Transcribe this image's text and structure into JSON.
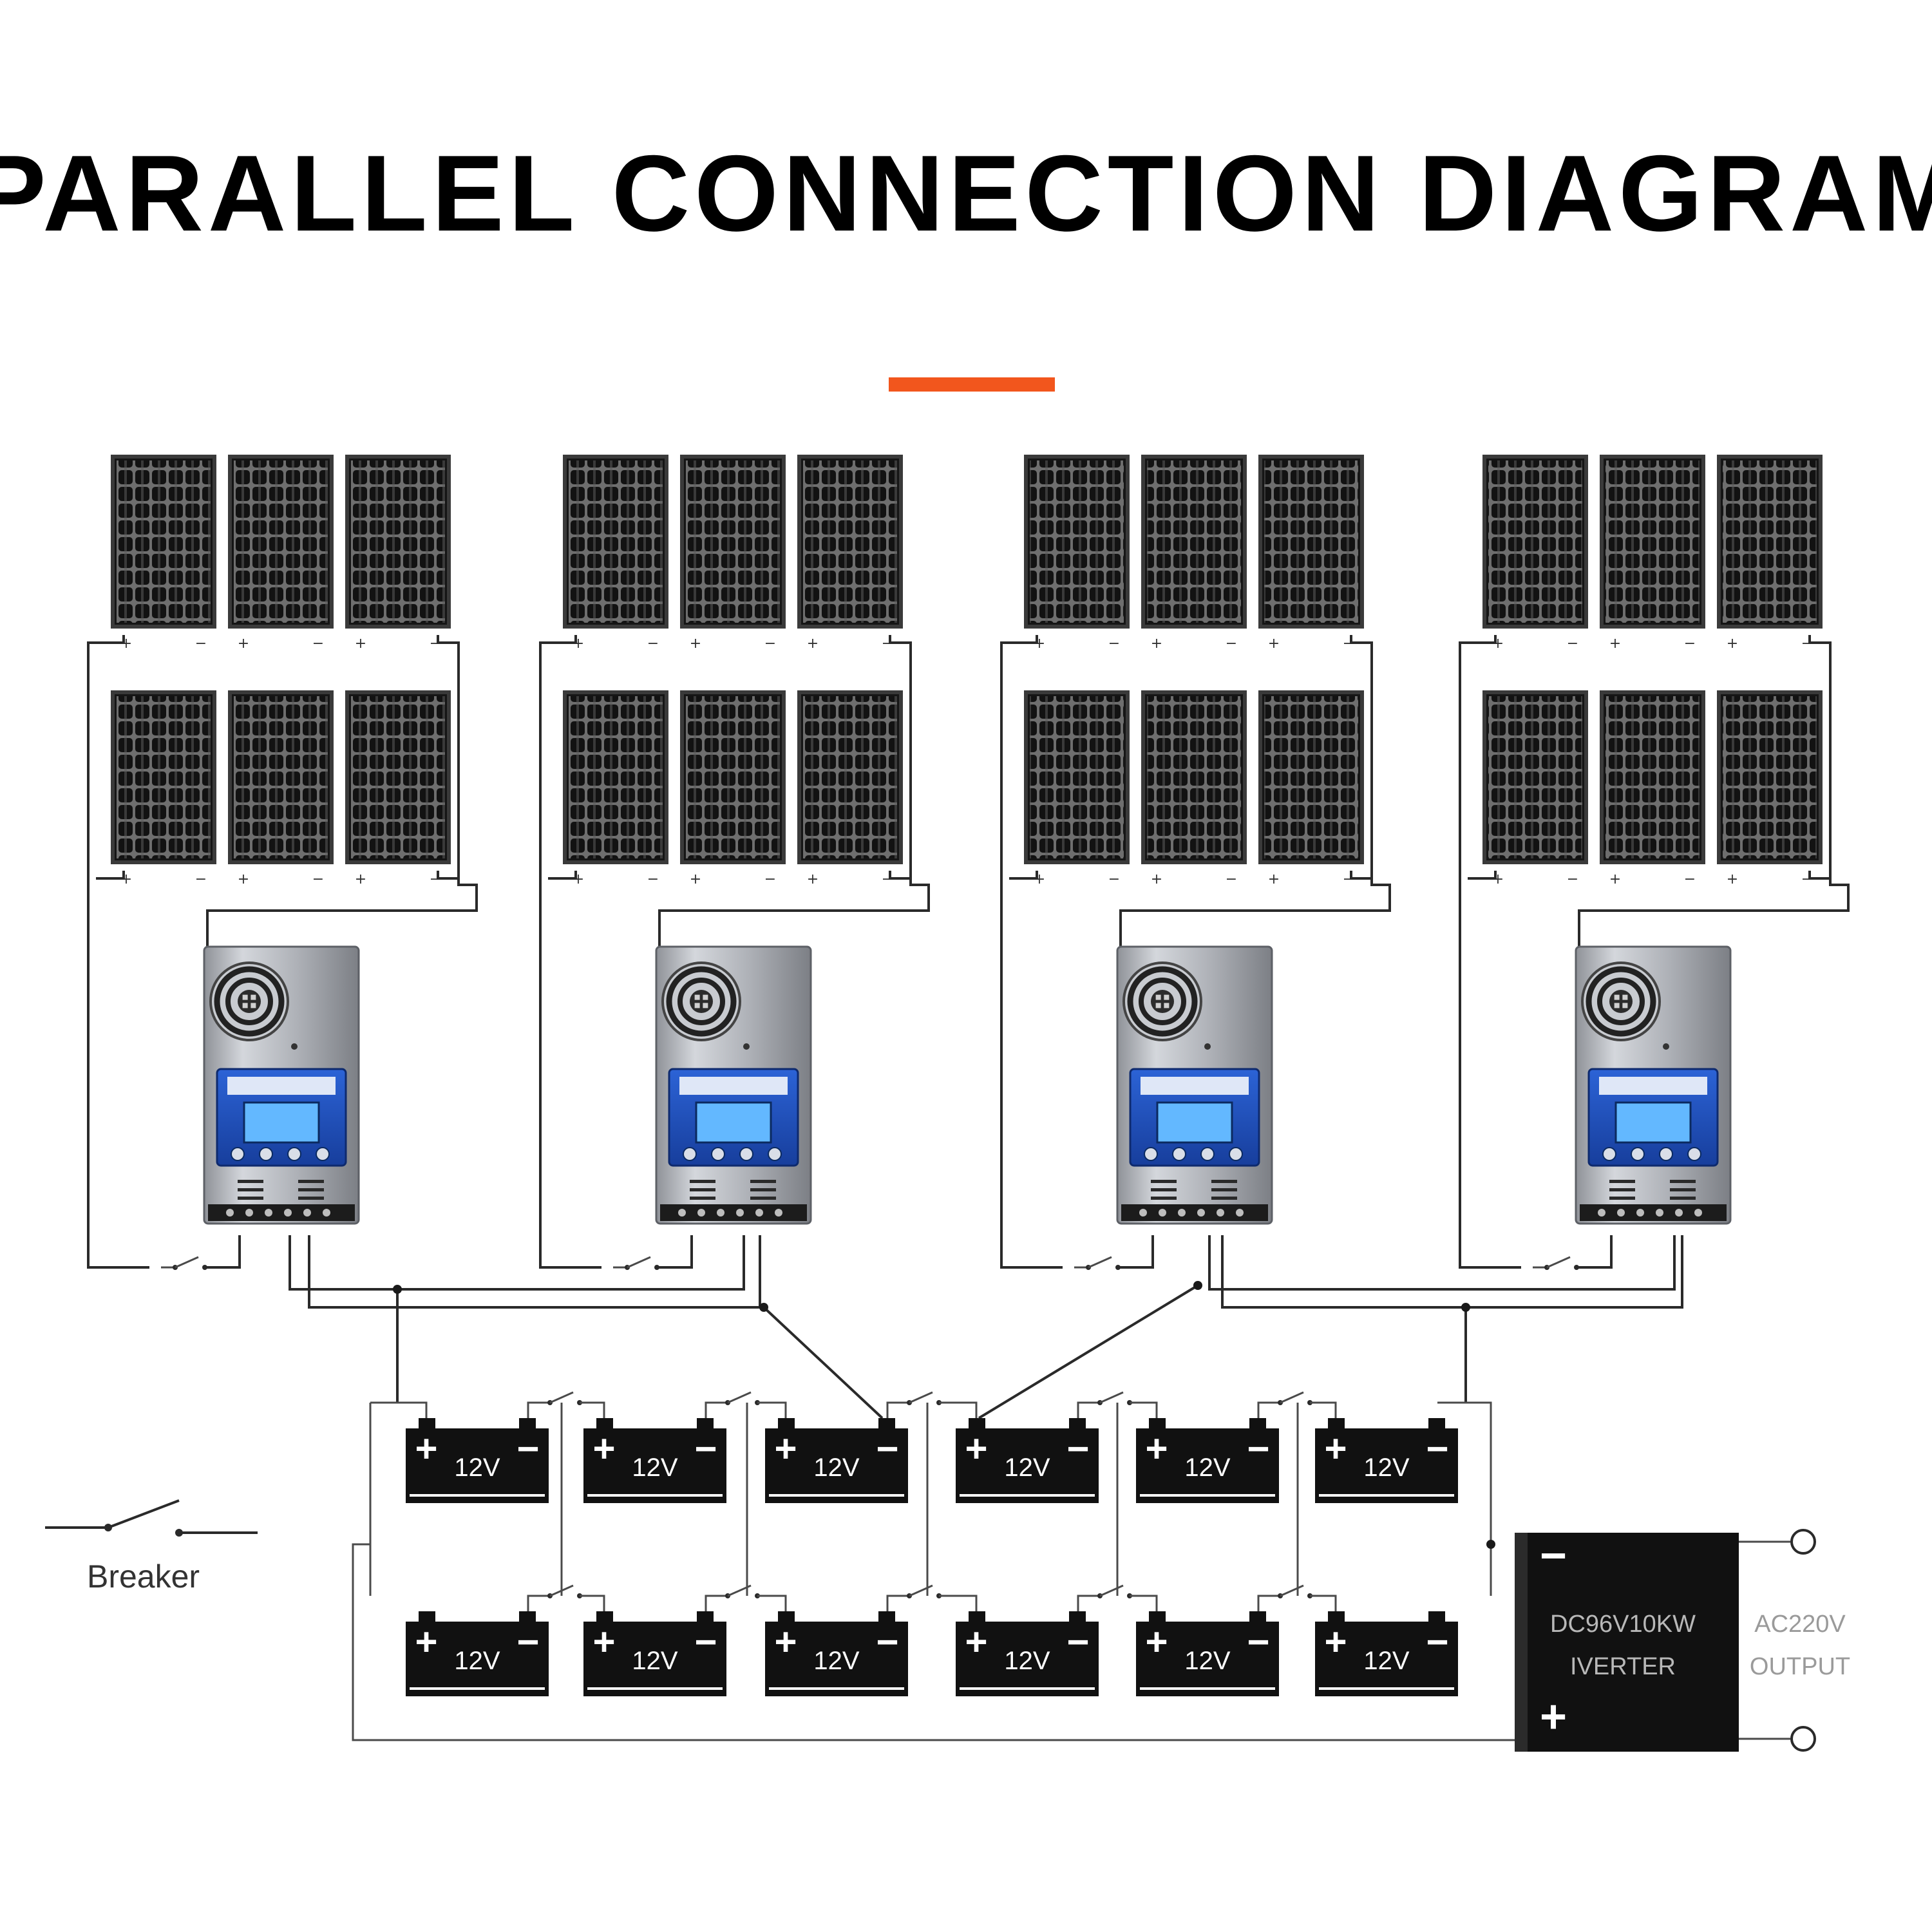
{
  "title": "PARALLEL CONNECTION DIAGRAM",
  "colors": {
    "accent_bar": "#f2561d",
    "panel_frame": "#3a3a3a",
    "panel_cell": "#151515",
    "controller_body": "#b9bcc2",
    "controller_display": "#1f4fb8",
    "battery_body": "#111111",
    "inverter_body": "#111111"
  },
  "icons": {
    "solar_panel": "solar-panel-icon",
    "controller": "charge-controller-icon",
    "fan": "fan-icon",
    "battery": "battery-icon",
    "inverter": "inverter-icon",
    "switch": "switch-icon"
  },
  "solar_arrays": {
    "count": 4,
    "rows_per_array": 2,
    "panels_per_row": 3,
    "positive_sign": "+",
    "negative_sign": "−"
  },
  "battery_bank": {
    "rows": 2,
    "per_row": 6,
    "label": "12V",
    "positive_sign": "+",
    "negative_sign": "−"
  },
  "inverter": {
    "line1": "DC96V10KW",
    "line2": "IVERTER",
    "negative_sign": "−",
    "positive_sign": "+"
  },
  "output": {
    "line1": "AC220V",
    "line2": "OUTPUT"
  },
  "legend": {
    "breaker_label": "Breaker"
  }
}
